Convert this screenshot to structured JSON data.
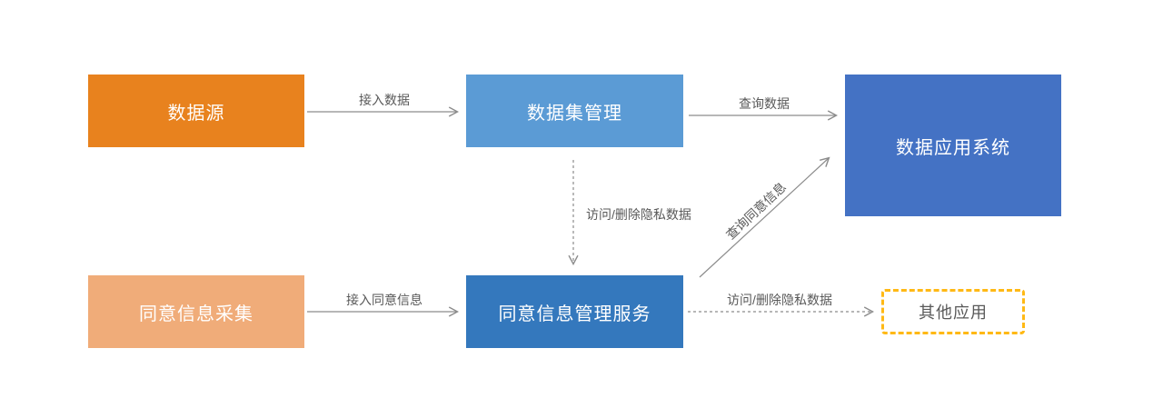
{
  "diagram": {
    "title": "data-consent-flow-diagram",
    "nodes": [
      {
        "id": "data-source",
        "label": "数据源",
        "fill": "#E8821E",
        "text_color": "#FFFFFF"
      },
      {
        "id": "dataset-management",
        "label": "数据集管理",
        "fill": "#5B9BD5",
        "text_color": "#FFFFFF"
      },
      {
        "id": "data-application-system",
        "label": "数据应用系统",
        "fill": "#4472C4",
        "text_color": "#FFFFFF"
      },
      {
        "id": "consent-collection",
        "label": "同意信息采集",
        "fill": "#F0AC79",
        "text_color": "#FFFFFF"
      },
      {
        "id": "consent-management-service",
        "label": "同意信息管理服务",
        "fill": "#3478BD",
        "text_color": "#FFFFFF"
      },
      {
        "id": "other-applications",
        "label": "其他应用",
        "border_color": "#FFB915",
        "border_style": "dashed",
        "text_color": "#595959"
      }
    ],
    "edges": [
      {
        "id": "access-data",
        "from": "data-source",
        "to": "dataset-management",
        "label": "接入数据",
        "style": "solid"
      },
      {
        "id": "query-data",
        "from": "dataset-management",
        "to": "data-application-system",
        "label": "查询数据",
        "style": "solid"
      },
      {
        "id": "access-delete-private-data-vertical",
        "from": "dataset-management",
        "to": "consent-management-service",
        "label": "访问/删除隐私数据",
        "style": "dashed"
      },
      {
        "id": "access-consent-info",
        "from": "consent-collection",
        "to": "consent-management-service",
        "label": "接入同意信息",
        "style": "solid"
      },
      {
        "id": "query-consent-info",
        "from": "consent-management-service",
        "to": "data-application-system",
        "label": "查询同意信息",
        "style": "solid"
      },
      {
        "id": "access-delete-private-data-horizontal",
        "from": "consent-management-service",
        "to": "other-applications",
        "label": "访问/删除隐私数据",
        "style": "dashed"
      }
    ],
    "line_color": "#8C8C8C",
    "label_color": "#595959"
  }
}
